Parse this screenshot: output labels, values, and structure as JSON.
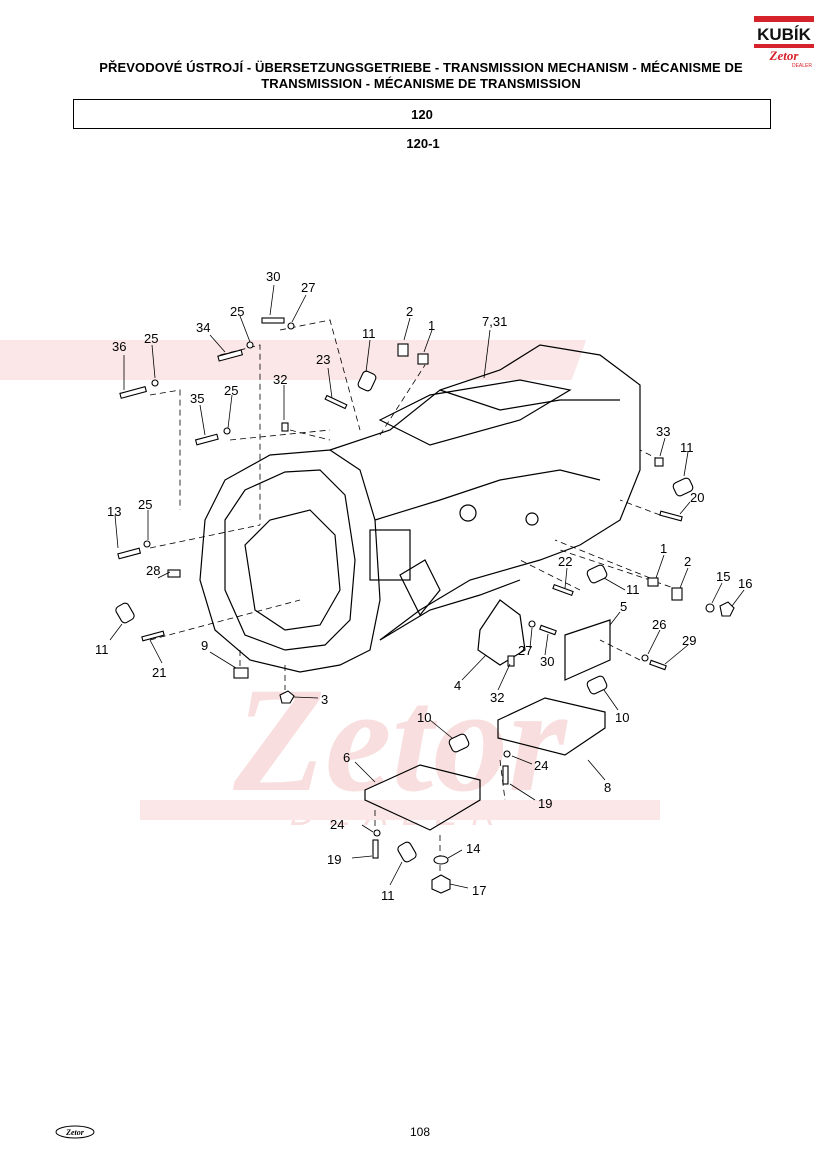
{
  "header": {
    "title_line1": "PŘEVODOVÉ ÚSTROJÍ - ÜBERSETZUNGSGETRIEBE - TRANSMISSION MECHANISM - MÉCANISME DE",
    "title_line2": "TRANSMISSION - MÉCANISME DE TRANSMISSION",
    "section_code": "120",
    "figure_code": "120-1"
  },
  "logo": {
    "brand": "KUBÍK",
    "sub_brand": "Zetor",
    "tagline": "DEALER"
  },
  "watermark": {
    "text": "Zetor",
    "sub": "DEALER"
  },
  "colors": {
    "logo_red": "#d6222b",
    "watermark": "#f7d9d9",
    "line": "#000000"
  },
  "callouts": {
    "c30a": "30",
    "c27a": "27",
    "c2a": "2",
    "c1a": "1",
    "c731": "7,31",
    "c34": "34",
    "c25a": "25",
    "c36": "36",
    "c25b": "25",
    "c11a": "11",
    "c23": "23",
    "c32a": "32",
    "c35": "35",
    "c25c": "25",
    "c33": "33",
    "c11b": "11",
    "c20": "20",
    "c13": "13",
    "c25d": "25",
    "c28": "28",
    "c22": "22",
    "c1b": "1",
    "c2b": "2",
    "c15": "15",
    "c16": "16",
    "c11c": "11",
    "c11d": "11",
    "c21": "21",
    "c9": "9",
    "c5": "5",
    "c26": "26",
    "c29": "29",
    "c27b": "27",
    "c30b": "30",
    "c4": "4",
    "c32b": "32",
    "c3": "3",
    "c10a": "10",
    "c10b": "10",
    "c6": "6",
    "c24a": "24",
    "c8": "8",
    "c19a": "19",
    "c24b": "24",
    "c14": "14",
    "c19b": "19",
    "c11e": "11",
    "c17": "17"
  },
  "footer": {
    "page_number": "108",
    "logo": "Zetor"
  }
}
